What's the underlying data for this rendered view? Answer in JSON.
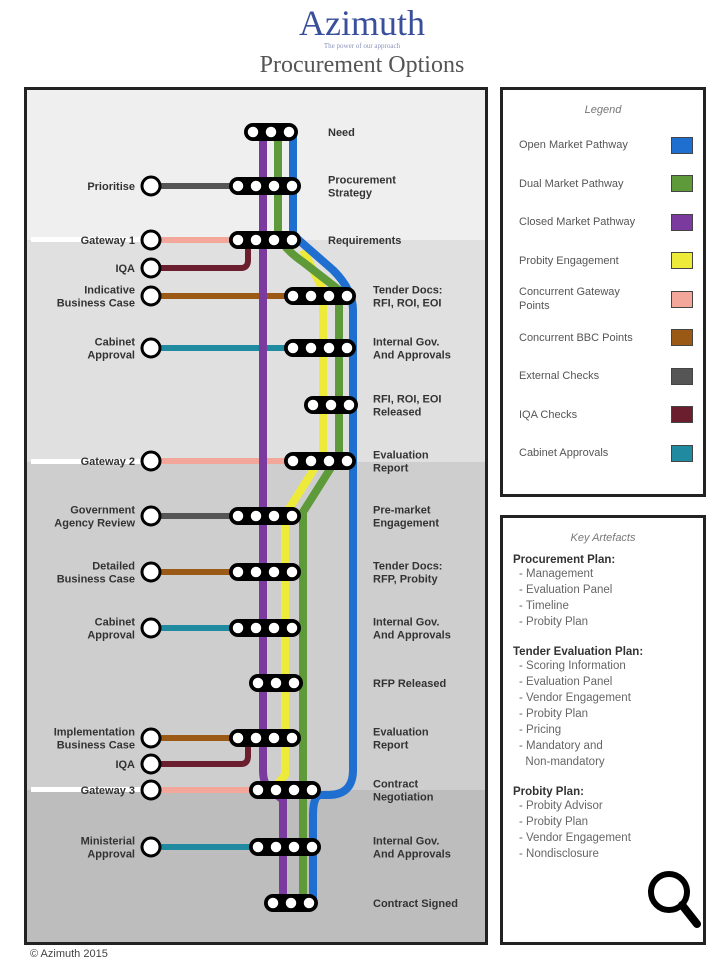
{
  "header": {
    "brand": "Azimuth",
    "tagline": "The power of our approach",
    "title": "Procurement Options"
  },
  "footer": {
    "copyright": "© Azimuth 2015"
  },
  "diagram": {
    "right_stations": [
      [
        "Need"
      ],
      [
        "Procurement",
        "Strategy"
      ],
      [
        "Requirements"
      ],
      [
        "Tender Docs:",
        "RFI, ROI, EOI"
      ],
      [
        "Internal Gov.",
        "And Approvals"
      ],
      [
        "RFI, ROI, EOI",
        "Released"
      ],
      [
        "Evaluation",
        "Report"
      ],
      [
        "Pre-market",
        "Engagement"
      ],
      [
        "Tender Docs:",
        "RFP, Probity"
      ],
      [
        "Internal Gov.",
        "And Approvals"
      ],
      [
        "RFP Released"
      ],
      [
        "Evaluation",
        "Report"
      ],
      [
        "Contract",
        "Negotiation"
      ],
      [
        "Internal Gov.",
        "And Approvals"
      ],
      [
        "Contract Signed"
      ]
    ],
    "left_stations": [
      [
        "Prioritise"
      ],
      [
        "Gateway 1"
      ],
      [
        "IQA"
      ],
      [
        "Indicative",
        "Business Case"
      ],
      [
        "Cabinet",
        "Approval"
      ],
      [
        "Gateway 2"
      ],
      [
        "Government",
        "Agency Review"
      ],
      [
        "Detailed",
        "Business Case"
      ],
      [
        "Cabinet",
        "Approval"
      ],
      [
        "Implementation",
        "Business Case"
      ],
      [
        "IQA"
      ],
      [
        "Gateway 3"
      ],
      [
        "Ministerial",
        "Approval"
      ]
    ]
  },
  "legend": {
    "title": "Legend",
    "items": [
      {
        "label": "Open Market Pathway",
        "color": "#1f6fd1"
      },
      {
        "label": "Dual Market Pathway",
        "color": "#5e9a3a"
      },
      {
        "label": "Closed Market Pathway",
        "color": "#7a3a9e"
      },
      {
        "label": "Probity Engagement",
        "color": "#eeea3a"
      },
      {
        "label": "Concurrent Gateway Points",
        "color": "#f2a79a"
      },
      {
        "label": "Concurrent BBC Points",
        "color": "#9a5a16"
      },
      {
        "label": "External Checks",
        "color": "#555555"
      },
      {
        "label": "IQA Checks",
        "color": "#6a1e2e"
      },
      {
        "label": "Cabinet Approvals",
        "color": "#1f8aa0"
      }
    ]
  },
  "key_artefacts": {
    "title": "Key Artefacts",
    "sections": [
      {
        "heading": "Procurement Plan:",
        "items": [
          "- Management",
          "- Evaluation Panel",
          "- Timeline",
          "- Probity Plan"
        ]
      },
      {
        "heading": "Tender Evaluation Plan:",
        "items": [
          "- Scoring Information",
          "- Evaluation Panel",
          "- Vendor Engagement",
          "- Probity Plan",
          "- Pricing",
          "- Mandatory and",
          "  Non-mandatory"
        ]
      },
      {
        "heading": "Probity Plan:",
        "items": [
          "- Probity Advisor",
          "- Probity Plan",
          "- Vendor Engagement",
          "- Nondisclosure"
        ]
      }
    ]
  }
}
